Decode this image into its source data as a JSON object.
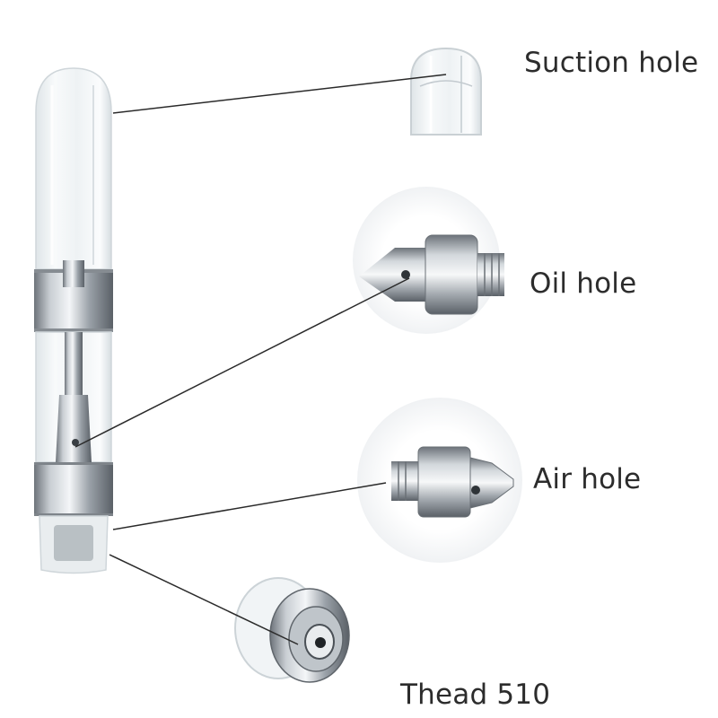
{
  "labels": {
    "suction": "Suction hole",
    "oil": "Oil hole",
    "air": "Air hole",
    "thread": "Thead 510"
  },
  "callouts": [
    {
      "part": "mouthpiece",
      "label": "Suction hole"
    },
    {
      "part": "center-post",
      "label": "Oil hole"
    },
    {
      "part": "lower-collar",
      "label": "Air hole"
    },
    {
      "part": "base",
      "label": "Thead 510"
    }
  ],
  "colors": {
    "glass": "#eef2f4",
    "metal_dark": "#5c6268",
    "metal_light": "#e6e9ec",
    "leader_line": "#2a2a2a",
    "text": "#2c2c2c"
  }
}
